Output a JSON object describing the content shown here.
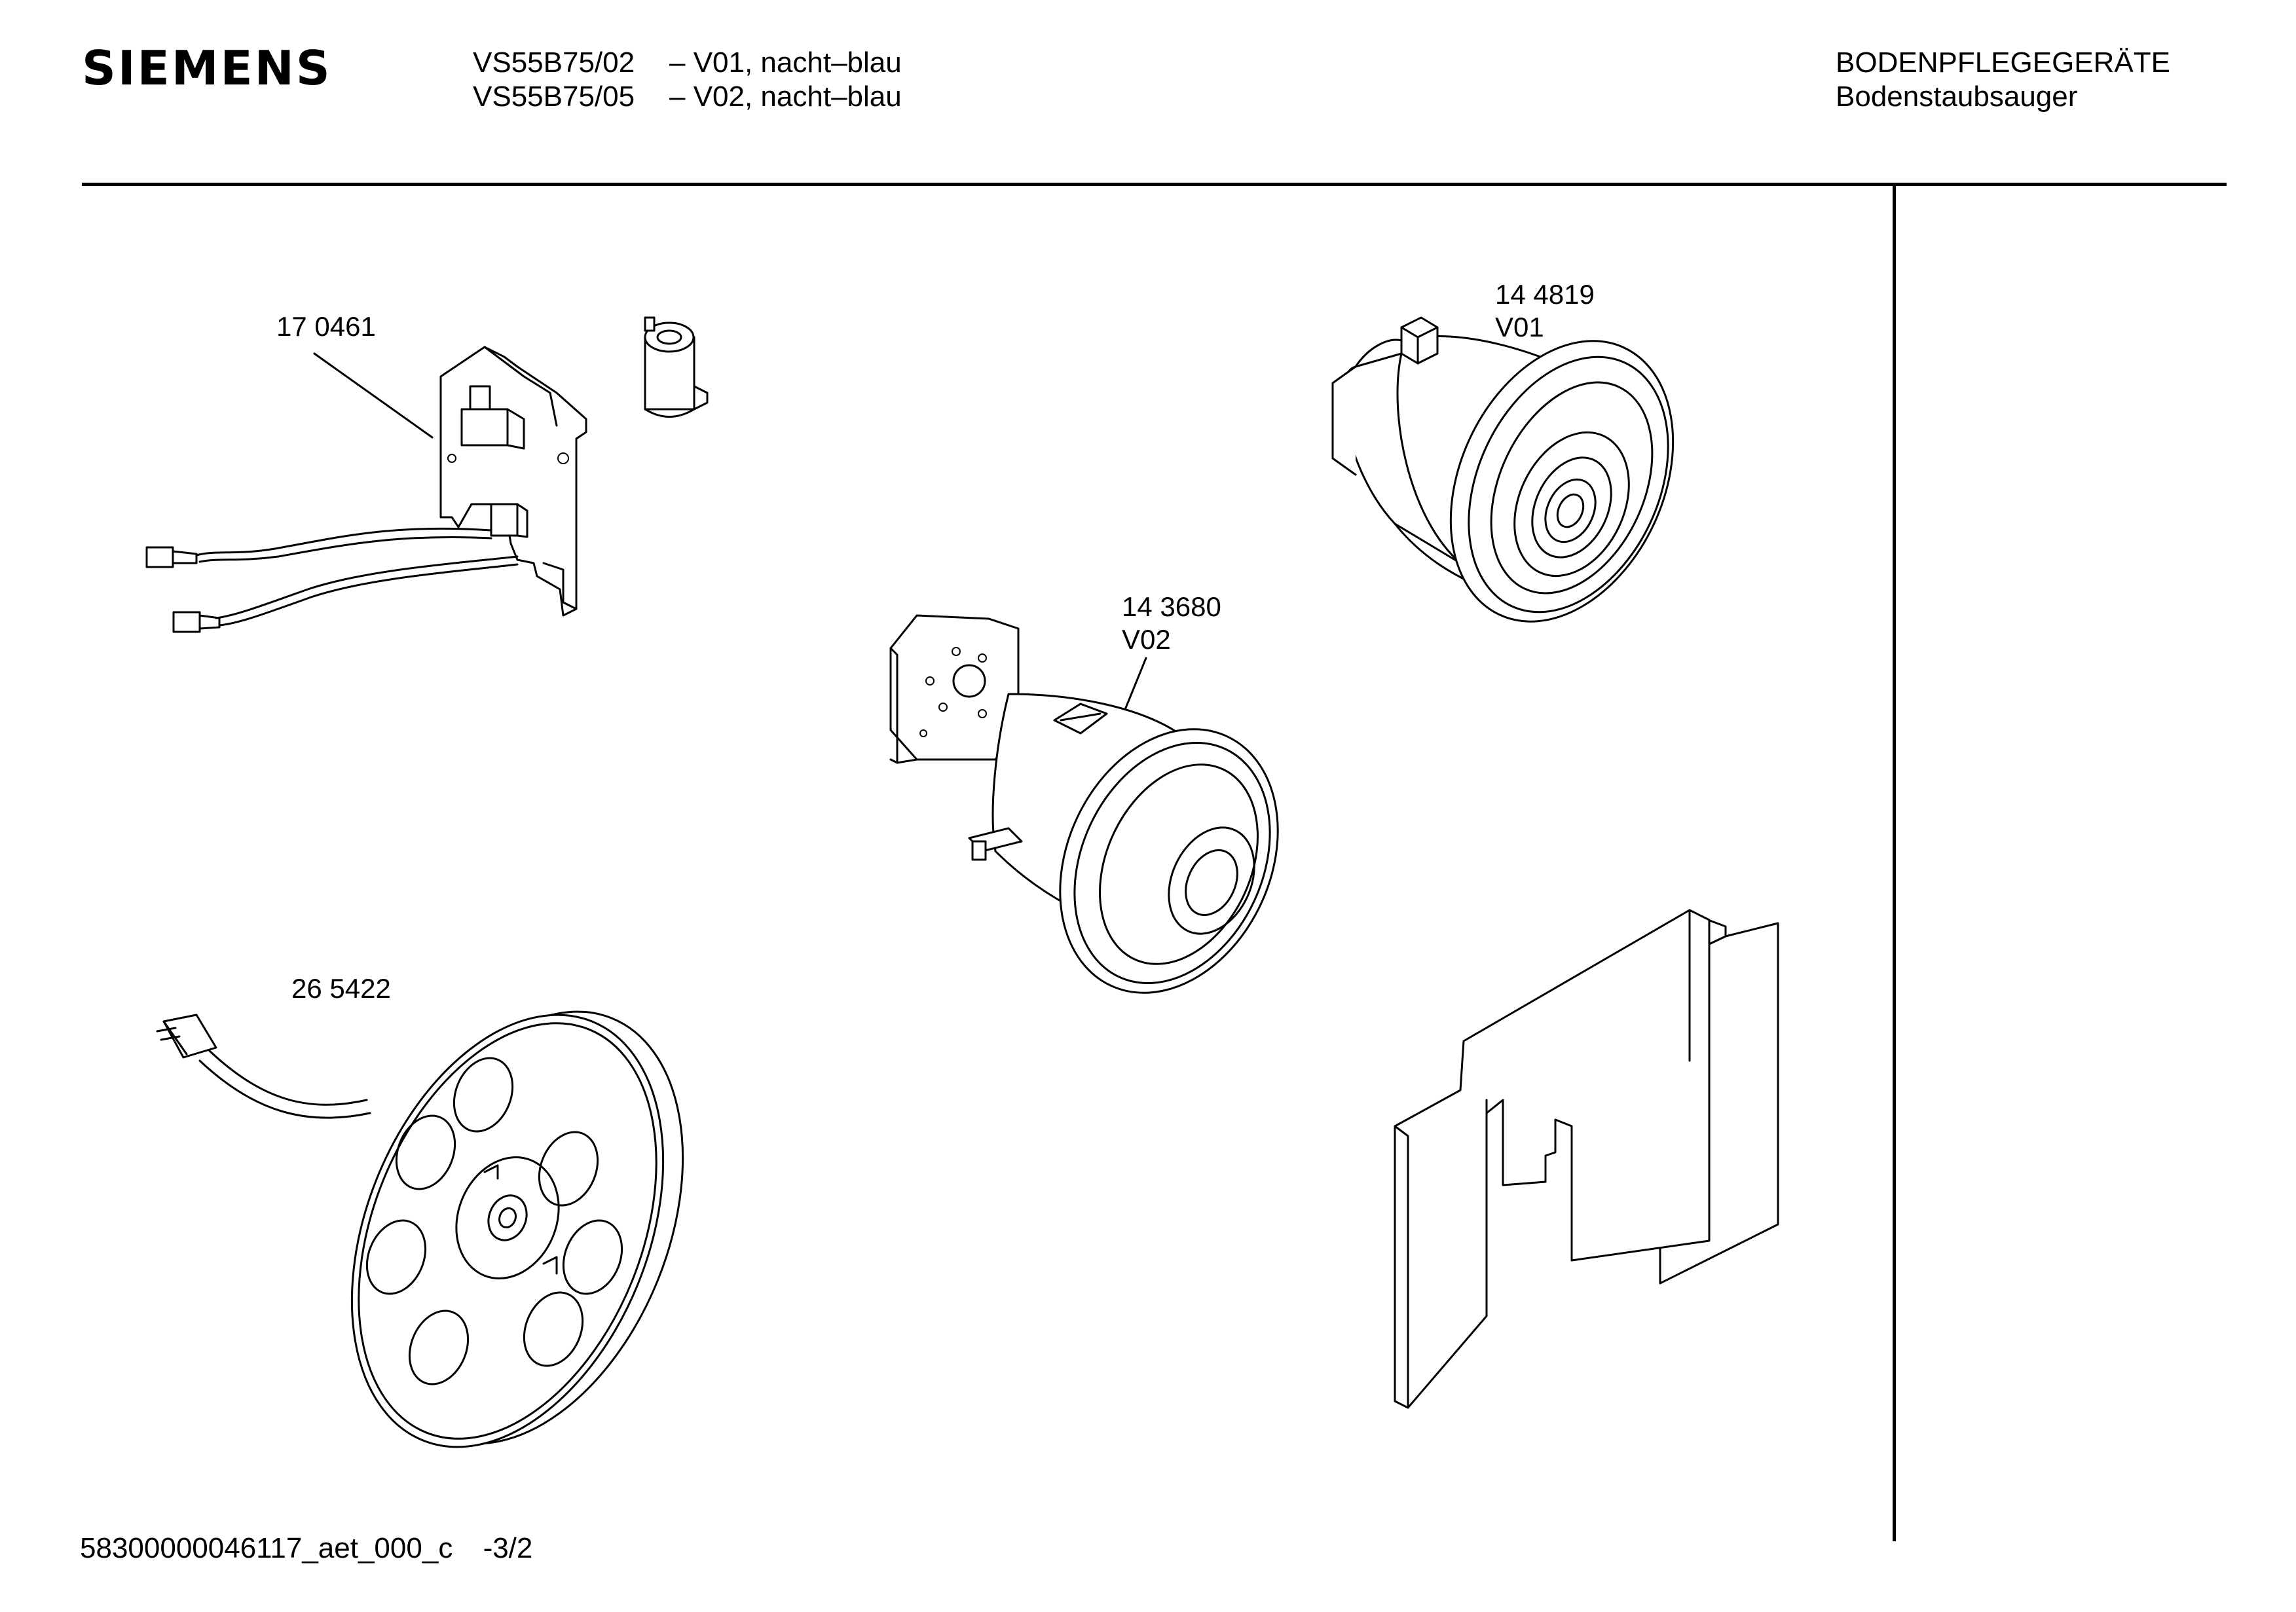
{
  "header": {
    "brand": "SIEMENS",
    "models": [
      {
        "model": "VS55B75/02",
        "variant": "– V01, nacht–blau"
      },
      {
        "model": "VS55B75/05",
        "variant": "– V02, nacht–blau"
      }
    ],
    "category": "BODENPFLEGEGERÄTE",
    "subcategory": "Bodenstaubsauger"
  },
  "parts": {
    "pcb": {
      "number": "17 0461"
    },
    "motor_v01": {
      "number": "14 4819",
      "variant": "V01"
    },
    "motor_v02": {
      "number": "14 3680",
      "variant": "V02"
    },
    "cable_reel": {
      "number": "26 5422"
    }
  },
  "footer": {
    "document_id": "58300000046117_aet_000_c",
    "page": "-3/2"
  }
}
